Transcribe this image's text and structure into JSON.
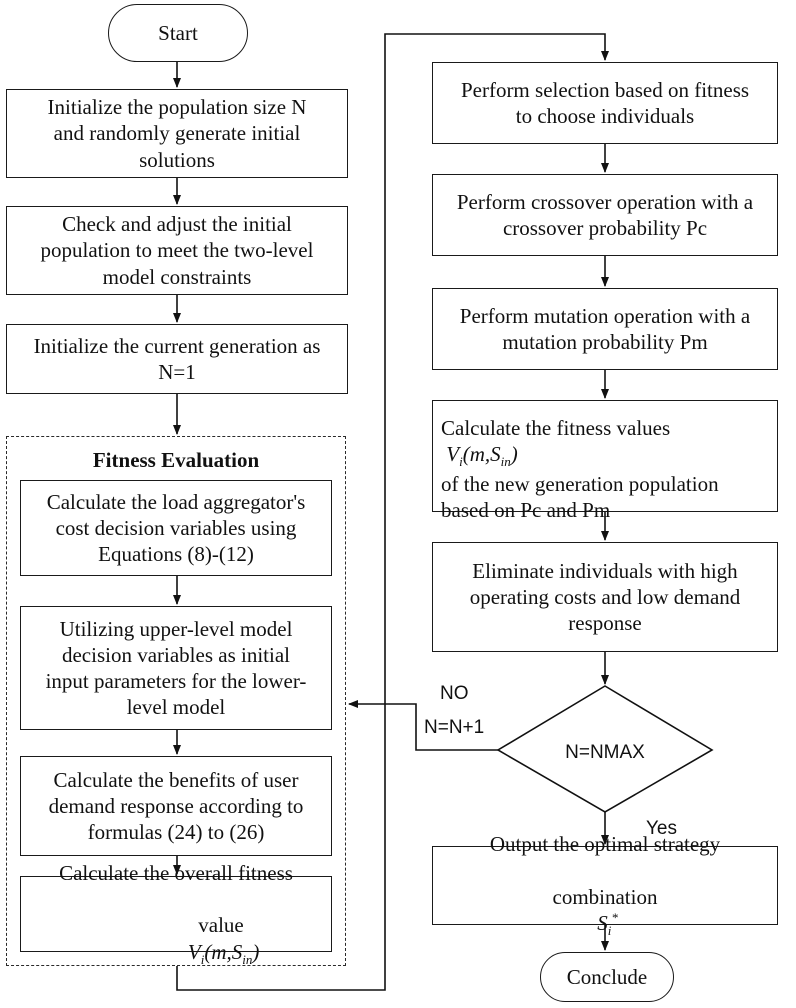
{
  "diagram": {
    "start": "Start",
    "init_population": "Initialize the population size N\nand randomly generate initial\nsolutions",
    "check_adjust": "Check and adjust the initial\npopulation to meet the two-level\nmodel constraints",
    "init_generation": "Initialize the current generation as\nN=1",
    "fitness_title": "Fitness Evaluation",
    "calc_cost": "Calculate the load aggregator's\ncost decision variables using\nEquations (8)-(12)",
    "upper_level": "Utilizing upper-level model\ndecision variables as initial\ninput parameters for the lower-\nlevel model",
    "calc_benefits": "Calculate the benefits of user\ndemand response according to\nformulas (24) to (26)",
    "calc_overall_line1": "Calculate the overall fitness",
    "calc_overall_line2": "value",
    "selection": "Perform selection based on fitness\nto choose individuals",
    "crossover": "Perform crossover operation with a\ncrossover probability Pc",
    "mutation": "Perform mutation operation with a\nmutation probability Pm",
    "calc_values_line1": "Calculate the fitness values",
    "calc_values_line2": "of the new generation population",
    "calc_values_line3": "based on Pc and Pm",
    "eliminate": "Eliminate individuals with high\noperating costs and low demand\nresponse",
    "decision": "N=NMAX",
    "no_label": "NO",
    "increment_label": "N=N+1",
    "yes_label": "Yes",
    "output_line1": "Output the optimal strategy",
    "output_line2": "combination",
    "conclude": "Conclude"
  }
}
